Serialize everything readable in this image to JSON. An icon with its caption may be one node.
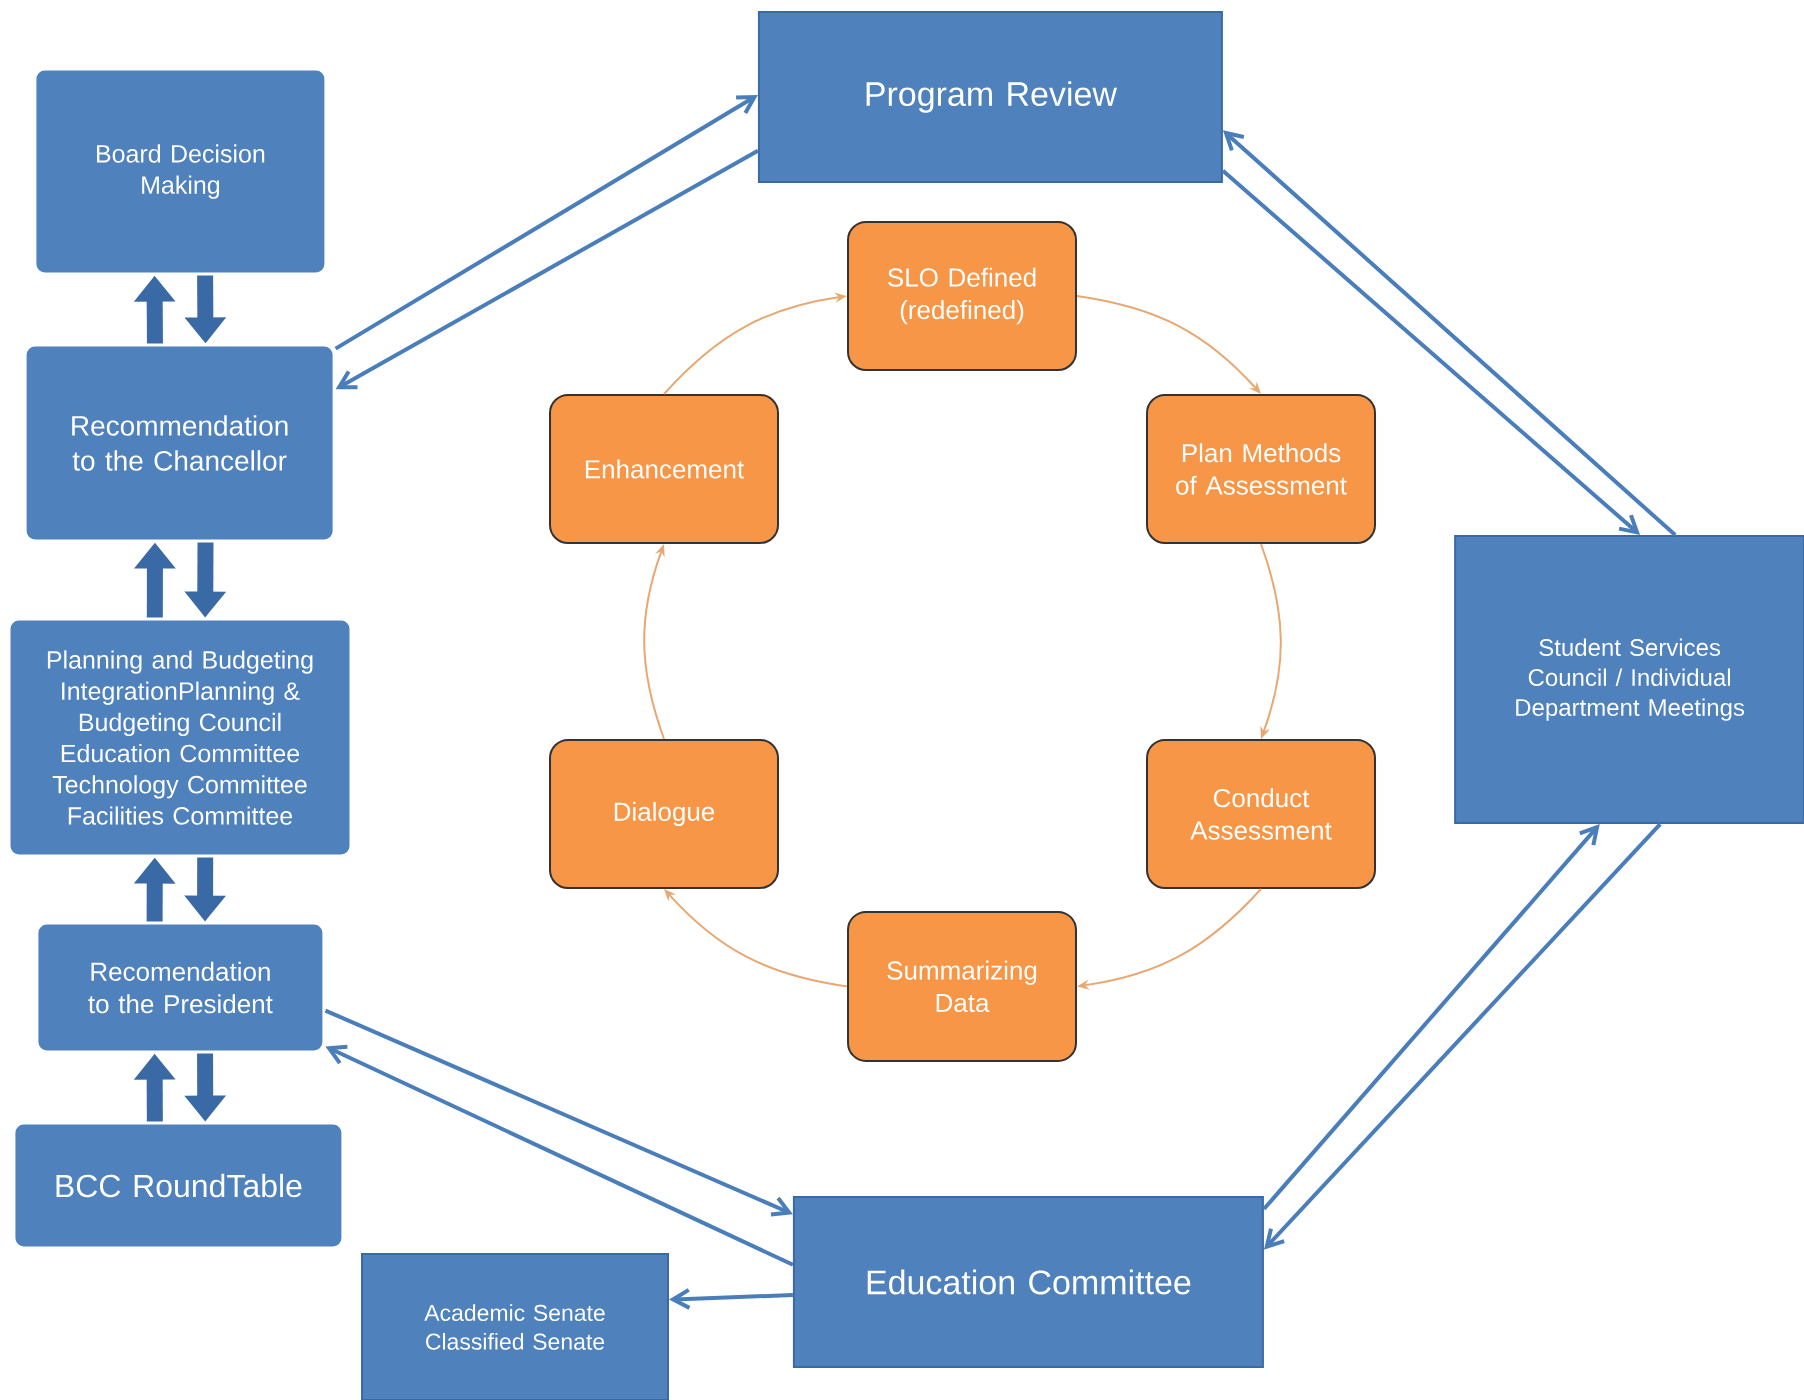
{
  "diagram": {
    "nodes": [
      {
        "text": [
          "Program Review"
        ]
      },
      {
        "text": [
          "Board Decision Making"
        ]
      },
      {
        "text": [
          "Recommendation to the Chancellor"
        ]
      },
      {
        "text": [
          "Planning and Budgeting IntegrationPlanning & Budgeting Council",
          "Education Committee",
          "Technology Committee",
          "Facilities Committee"
        ]
      },
      {
        "text": [
          "Recomendation to the President"
        ]
      },
      {
        "text": [
          "BCC RoundTable"
        ]
      },
      {
        "text": [
          "Academic Senate",
          "Classified Senate"
        ]
      },
      {
        "text": [
          "Education Committee"
        ]
      },
      {
        "text": [
          "Student Services Council / Individual Department Meetings"
        ]
      },
      {
        "text": [
          "SLO Defined (redefined)"
        ]
      },
      {
        "text": [
          "Plan Methods of Assessment"
        ]
      },
      {
        "text": [
          "Conduct Assessment"
        ]
      },
      {
        "text": [
          "Summarizing Data"
        ]
      },
      {
        "text": [
          "Dialogue"
        ]
      },
      {
        "text": [
          "Enhancement"
        ]
      }
    ],
    "edges": [
      {
        "from": 2,
        "to": 0,
        "arrow": "to"
      },
      {
        "from": 0,
        "to": 2,
        "arrow": "to"
      },
      {
        "from": 0,
        "to": 8,
        "arrow": "to"
      },
      {
        "from": 8,
        "to": 0,
        "arrow": "to"
      },
      {
        "from": 7,
        "to": 8,
        "arrow": "to"
      },
      {
        "from": 8,
        "to": 7,
        "arrow": "to"
      },
      {
        "from": 4,
        "to": 7,
        "arrow": "to"
      },
      {
        "from": 7,
        "to": 4,
        "arrow": "to"
      },
      {
        "from": 7,
        "to": 6,
        "arrow": "to"
      },
      {
        "from": 2,
        "to": 1,
        "arrow": "to",
        "style": "thick"
      },
      {
        "from": 1,
        "to": 2,
        "arrow": "to",
        "style": "thick"
      },
      {
        "from": 3,
        "to": 2,
        "arrow": "to",
        "style": "thick"
      },
      {
        "from": 2,
        "to": 3,
        "arrow": "to",
        "style": "thick"
      },
      {
        "from": 4,
        "to": 3,
        "arrow": "to",
        "style": "thick"
      },
      {
        "from": 3,
        "to": 4,
        "arrow": "to",
        "style": "thick"
      },
      {
        "from": 5,
        "to": 4,
        "arrow": "to",
        "style": "thick"
      },
      {
        "from": 4,
        "to": 5,
        "arrow": "to",
        "style": "thick"
      },
      {
        "from": 9,
        "to": 10,
        "arrow": "to",
        "color": "#e8a872"
      },
      {
        "from": 10,
        "to": 11,
        "arrow": "to",
        "color": "#e8a872"
      },
      {
        "from": 11,
        "to": 12,
        "arrow": "to",
        "color": "#e8a872"
      },
      {
        "from": 12,
        "to": 13,
        "arrow": "to",
        "color": "#e8a872"
      },
      {
        "from": 13,
        "to": 14,
        "arrow": "to",
        "color": "#e8a872"
      },
      {
        "from": 14,
        "to": 9,
        "arrow": "to",
        "color": "#e8a872"
      }
    ]
  }
}
